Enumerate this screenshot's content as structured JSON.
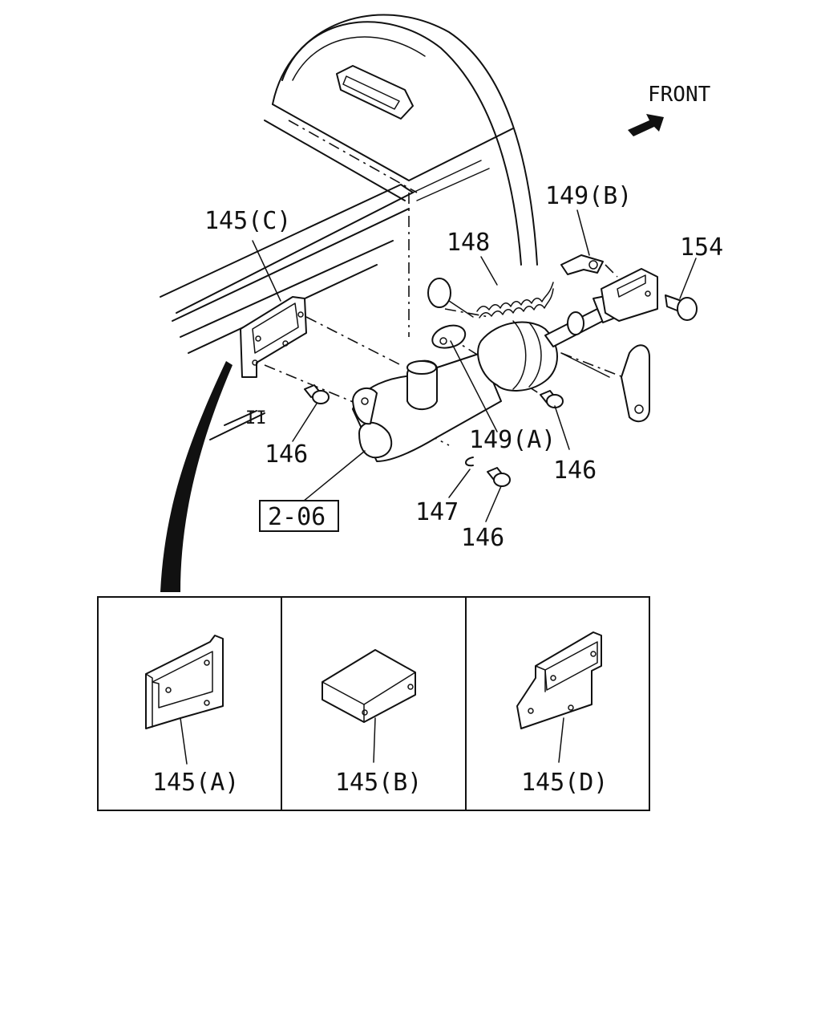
{
  "orientation": {
    "front_label": "FRONT",
    "front_arrow_icon": "front-arrow-icon"
  },
  "callouts": {
    "c145C": "145(C)",
    "c148": "148",
    "c149B": "149(B)",
    "c154": "154",
    "c146_left": "146",
    "c149A": "149(A)",
    "c146_right": "146",
    "c147": "147",
    "c146_bottom": "146",
    "ref_box": "2-06",
    "frame_mark": "II"
  },
  "detail_panels": [
    {
      "label": "145(A)"
    },
    {
      "label": "145(B)"
    },
    {
      "label": "145(D)"
    }
  ]
}
